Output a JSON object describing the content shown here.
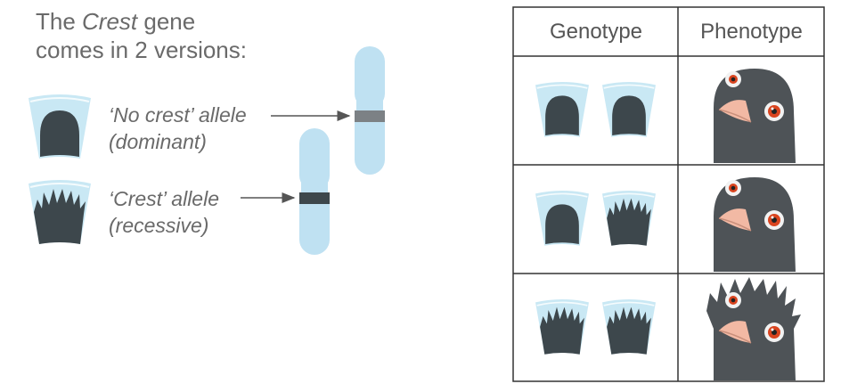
{
  "title": {
    "line1_pre": "The ",
    "line1_italic": "Crest",
    "line1_post": " gene",
    "line2": "comes in 2 versions:"
  },
  "alleles": [
    {
      "line1": "‘No crest’ allele",
      "line2": "(dominant)"
    },
    {
      "line1": "‘Crest’ allele",
      "line2": "(recessive)"
    }
  ],
  "table": {
    "headers": {
      "genotype": "Genotype",
      "phenotype": "Phenotype"
    },
    "rows": [
      {
        "genotype": [
          "no-crest",
          "no-crest"
        ],
        "phenotype": "no-crest"
      },
      {
        "genotype": [
          "no-crest",
          "crest"
        ],
        "phenotype": "no-crest"
      },
      {
        "genotype": [
          "crest",
          "crest"
        ],
        "phenotype": "crest"
      }
    ]
  },
  "colors": {
    "cell": "#3d474c",
    "cellTop": "#c9e8f4",
    "chromosome": "#bfe1f2",
    "band_no_crest": "#7c8185",
    "band_crest": "#3d474c",
    "pigeon": "#4e5357",
    "beak": "#f2b9a4",
    "eye": "#d9441f"
  }
}
